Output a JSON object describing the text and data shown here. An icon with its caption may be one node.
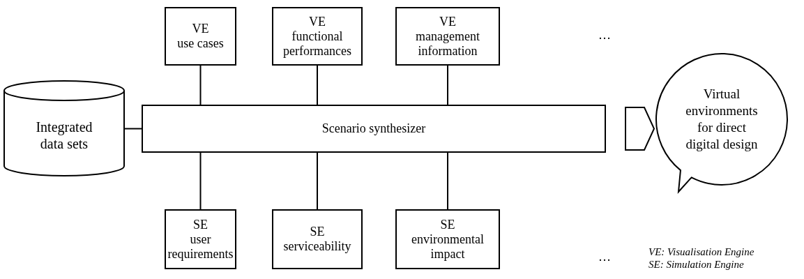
{
  "diagram": {
    "nodes": [
      {
        "text": [
          "Integrated data sets"
        ]
      },
      {
        "text": [
          "Scenario synthesizer"
        ]
      },
      {
        "text": [
          "VE",
          "use cases"
        ]
      },
      {
        "text": [
          "VE",
          "functional performances"
        ]
      },
      {
        "text": [
          "VE",
          "management information"
        ]
      },
      {
        "text": [
          "SE",
          "user requirements"
        ]
      },
      {
        "text": [
          "SE",
          "serviceability"
        ]
      },
      {
        "text": [
          "SE",
          "environmental impact"
        ]
      },
      {
        "text": [
          "Virtual environments for direct digital design"
        ]
      }
    ],
    "edges": [
      {
        "from": 0,
        "to": 1,
        "arrow": "none"
      },
      {
        "from": 2,
        "to": 1,
        "arrow": "none"
      },
      {
        "from": 3,
        "to": 1,
        "arrow": "none"
      },
      {
        "from": 4,
        "to": 1,
        "arrow": "none"
      },
      {
        "from": 1,
        "to": 5,
        "arrow": "none"
      },
      {
        "from": 1,
        "to": 6,
        "arrow": "none"
      },
      {
        "from": 1,
        "to": 7,
        "arrow": "none"
      },
      {
        "from": 1,
        "to": 8,
        "arrow": "to",
        "style": "thick"
      }
    ],
    "labels": [
      "…",
      "…",
      "VE: Visualisation Engine",
      "SE: Simulation Engine"
    ]
  }
}
